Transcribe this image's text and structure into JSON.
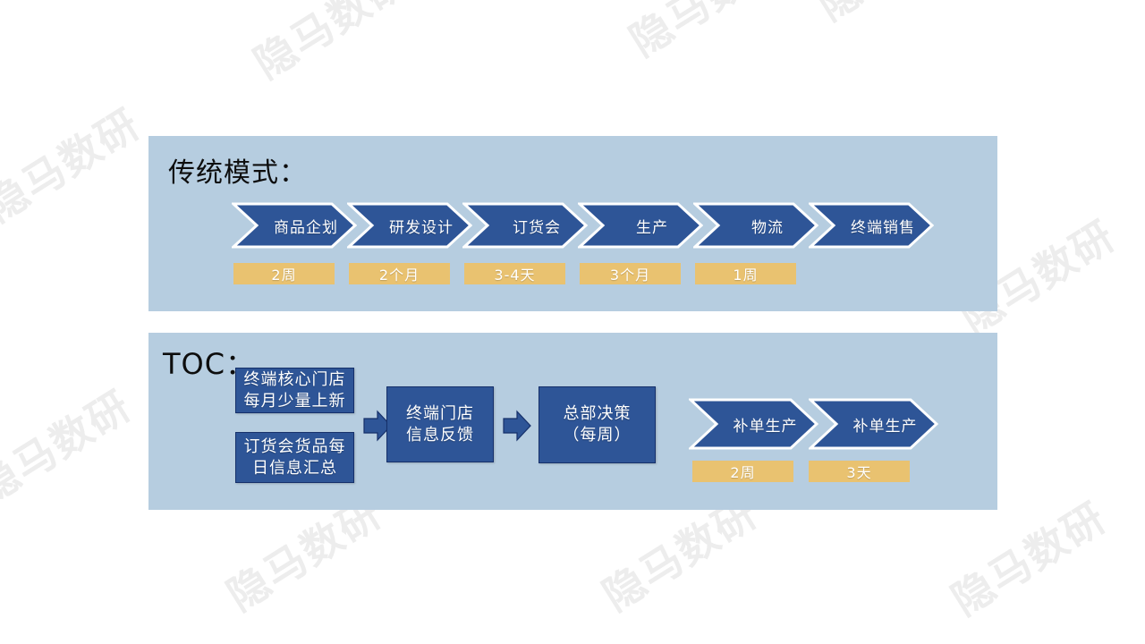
{
  "slide": {
    "background": "#ffffff",
    "watermark_text": "隐马数研",
    "panel_color": "#b6cde0",
    "chevron_color": "#2e5597",
    "pill_color": "#e9c270",
    "box_color": "#2e5597"
  },
  "traditional": {
    "title": "传统模式：",
    "steps": [
      {
        "label": "商品企划",
        "duration": "2周"
      },
      {
        "label": "研发设计",
        "duration": "2个月"
      },
      {
        "label": "订货会",
        "duration": "3-4天"
      },
      {
        "label": "生产",
        "duration": "3个月"
      },
      {
        "label": "物流",
        "duration": "1周"
      },
      {
        "label": "终端销售",
        "duration": ""
      }
    ]
  },
  "toc": {
    "title": "TOC：",
    "inputs": [
      {
        "line1": "终端核心门店",
        "line2": "每月少量上新"
      },
      {
        "line1": "订货会货品每",
        "line2": "日信息汇总"
      }
    ],
    "feedback": {
      "line1": "终端门店",
      "line2": "信息反馈"
    },
    "decision": {
      "line1": "总部决策",
      "line2": "（每周）"
    },
    "steps": [
      {
        "label": "补单生产",
        "duration": "2周"
      },
      {
        "label": "补单生产",
        "duration": "3天"
      }
    ],
    "arrow_1_name": "flow-arrow-1",
    "arrow_2_name": "flow-arrow-2"
  }
}
